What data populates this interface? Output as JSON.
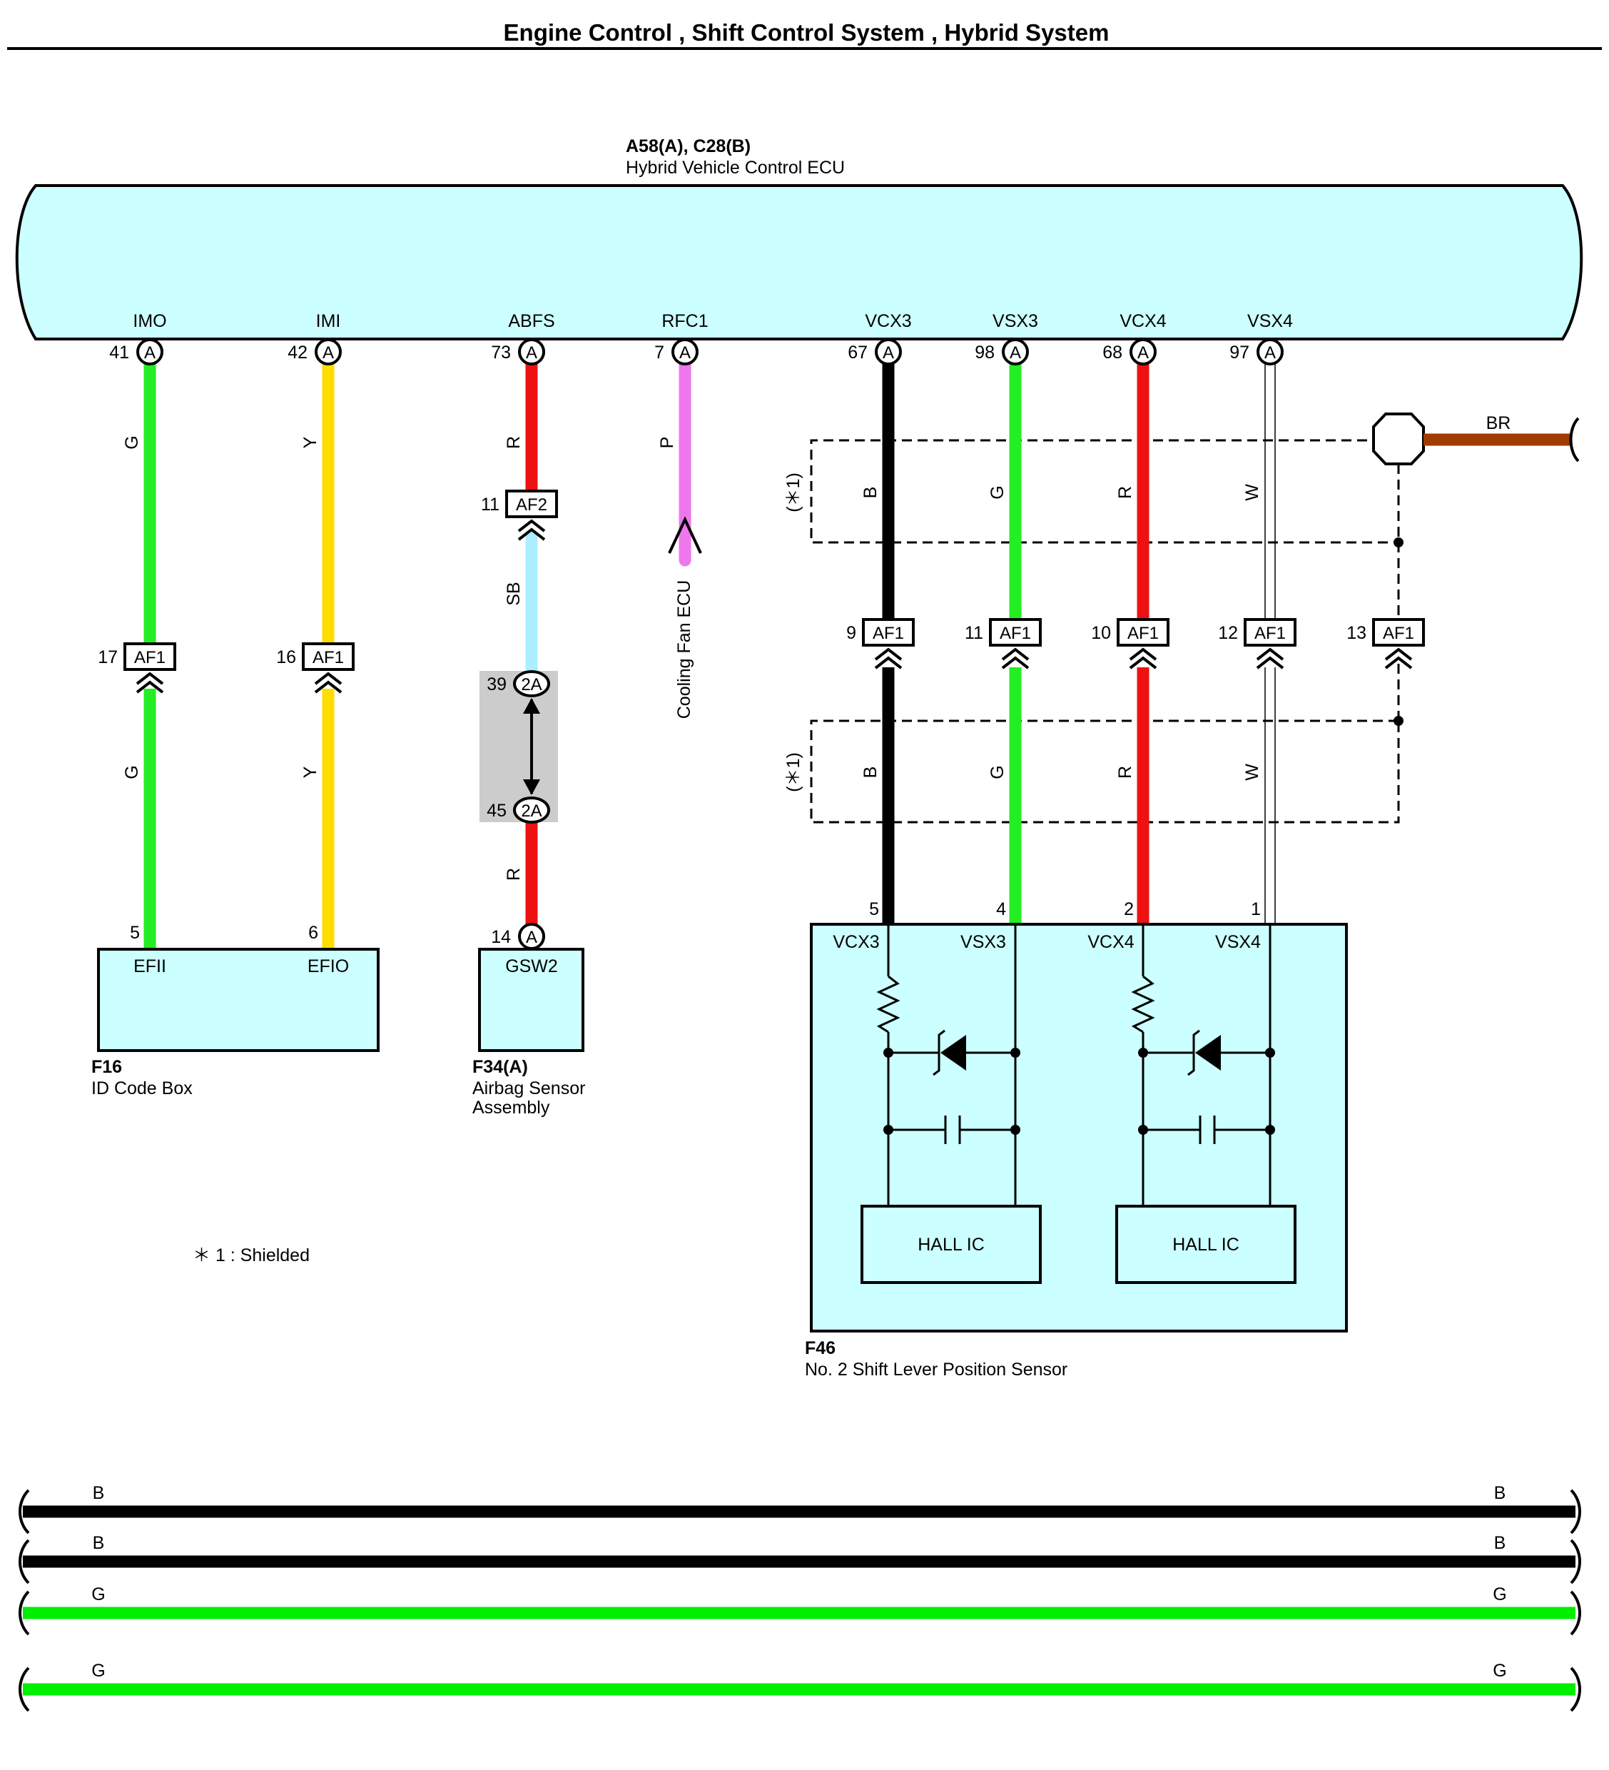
{
  "title": "Engine Control , Shift Control System , Hybrid System",
  "ecu": {
    "code": "A58(A), C28(B)",
    "name": "Hybrid Vehicle Control ECU",
    "terminals": [
      {
        "name": "IMO",
        "pin": "41",
        "conn": "A"
      },
      {
        "name": "IMI",
        "pin": "42",
        "conn": "A"
      },
      {
        "name": "ABFS",
        "pin": "73",
        "conn": "A"
      },
      {
        "name": "RFC1",
        "pin": "7",
        "conn": "A"
      },
      {
        "name": "VCX3",
        "pin": "67",
        "conn": "A"
      },
      {
        "name": "VSX3",
        "pin": "98",
        "conn": "A"
      },
      {
        "name": "VCX4",
        "pin": "68",
        "conn": "A"
      },
      {
        "name": "VSX4",
        "pin": "97",
        "conn": "A"
      }
    ]
  },
  "wire_labels": {
    "imo_upper": "G",
    "imo_lower": "G",
    "imi_upper": "Y",
    "imi_lower": "Y",
    "abfs_upper": "R",
    "abfs_mid": "SB",
    "abfs_lower": "R",
    "rfc1": "P",
    "vcx3_upper": "B",
    "vsx3_upper": "G",
    "vcx4_upper": "R",
    "vsx4_upper": "W",
    "vcx3_lower": "B",
    "vsx3_lower": "G",
    "vcx4_lower": "R",
    "vsx4_lower": "W",
    "ground": "BR"
  },
  "junctions": {
    "af1_imo": {
      "pin": "17",
      "name": "AF1"
    },
    "af1_imi": {
      "pin": "16",
      "name": "AF1"
    },
    "af2": {
      "pin": "11",
      "name": "AF2"
    },
    "af1_vcx3": {
      "pin": "9",
      "name": "AF1"
    },
    "af1_vsx3": {
      "pin": "11",
      "name": "AF1"
    },
    "af1_vcx4": {
      "pin": "10",
      "name": "AF1"
    },
    "af1_vsx4": {
      "pin": "12",
      "name": "AF1"
    },
    "af1_shield": {
      "pin": "13",
      "name": "AF1"
    },
    "c2a_top": {
      "pin": "39",
      "name": "2A"
    },
    "c2a_bot": {
      "pin": "45",
      "name": "2A"
    }
  },
  "shield_mark": "(＊1)",
  "cooling_fan": "Cooling Fan ECU",
  "id_code_box": {
    "code": "F16",
    "name": "ID Code Box",
    "pins": [
      {
        "pin": "5",
        "name": "EFII"
      },
      {
        "pin": "6",
        "name": "EFIO"
      }
    ]
  },
  "airbag": {
    "code": "F34(A)",
    "name_line1": "Airbag Sensor",
    "name_line2": "Assembly",
    "pin": "14",
    "conn": "A",
    "term": "GSW2"
  },
  "sensor": {
    "code": "F46",
    "name": "No.  2 Shift Lever Position Sensor",
    "pins": [
      {
        "pin": "5",
        "name": "VCX3"
      },
      {
        "pin": "4",
        "name": "VSX3"
      },
      {
        "pin": "2",
        "name": "VCX4"
      },
      {
        "pin": "1",
        "name": "VSX4"
      }
    ],
    "hall1": "HALL IC",
    "hall2": "HALL IC"
  },
  "note": "＊ 1 : Shielded",
  "bottom_lines": [
    {
      "left": "B",
      "right": "B",
      "color": "#000000"
    },
    {
      "left": "B",
      "right": "B",
      "color": "#000000"
    },
    {
      "left": "G",
      "right": "G",
      "color": "#00ee00"
    },
    {
      "left": "G",
      "right": "G",
      "color": "#00ee00"
    }
  ],
  "colors": {
    "ecu_fill": "#ccffff",
    "green": "#22ee22",
    "yellow": "#ffdd00",
    "red": "#ee1111",
    "sky": "#aaeeff",
    "pink": "#ee77ee",
    "black": "#000000",
    "brown": "#a03c00",
    "gray_box": "#cccccc"
  }
}
